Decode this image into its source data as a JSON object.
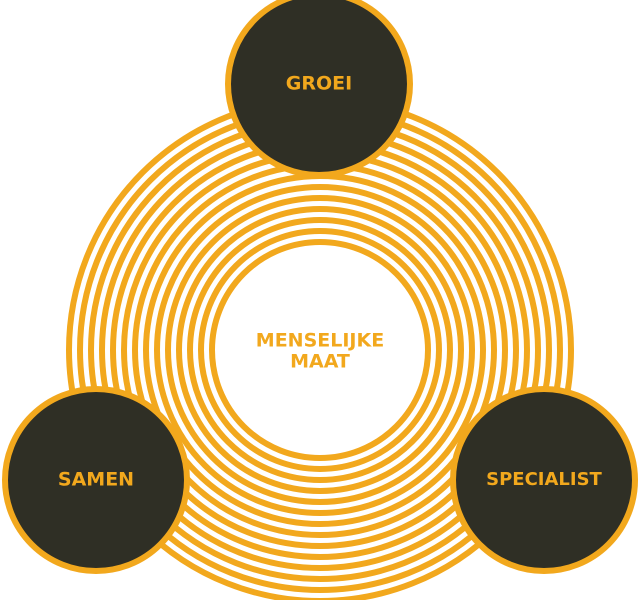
{
  "diagram": {
    "center": {
      "line1": "MENSELIJKE",
      "line2": "MAAT"
    },
    "nodes": {
      "top": "GROEI",
      "left": "SAMEN",
      "right": "SPECIALIST"
    },
    "ring_count": 14
  },
  "colors": {
    "accent": "#f2a81d",
    "node_fill": "#2f2f25",
    "background": "#ffffff"
  }
}
